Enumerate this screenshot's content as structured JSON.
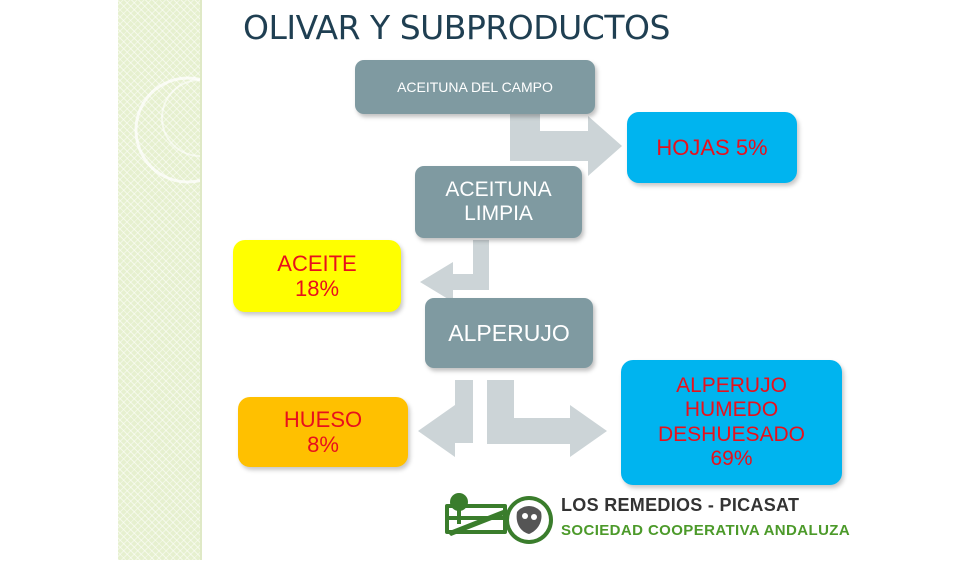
{
  "title": "OLIVAR Y SUBPRODUCTOS",
  "boxes": {
    "campo": [
      "ACEITUNA DEL CAMPO"
    ],
    "limpia": [
      "ACEITUNA",
      "LIMPIA"
    ],
    "alperujo": [
      "ALPERUJO"
    ],
    "hojas": [
      "HOJAS 5%"
    ],
    "aceite": [
      "ACEITE",
      "18%"
    ],
    "hueso": [
      "HUESO",
      "8%"
    ],
    "humedo": [
      "ALPERUJO",
      "HUMEDO",
      "DESHUESADO",
      "69%"
    ]
  },
  "logo": {
    "line1": "LOS REMEDIOS - PICASAT",
    "line2": "SOCIEDAD COOPERATIVA ANDALUZA"
  },
  "colors": {
    "process_box": "#7f9aa1",
    "output_text": "#e8101c",
    "hojas_fill": "#00b4ef",
    "aceite_fill": "#ffff00",
    "hueso_fill": "#ffc000",
    "humedo_fill": "#00b4ef",
    "arrow": "#ccd4d7",
    "title": "#1f3f52"
  }
}
